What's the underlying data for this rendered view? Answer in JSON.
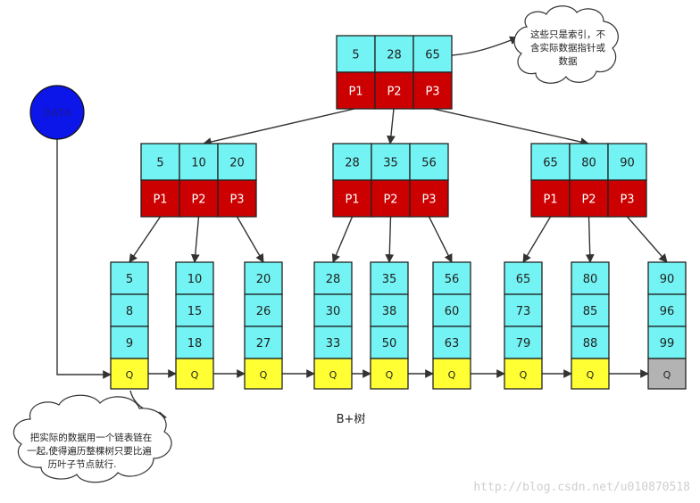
{
  "root": {
    "keys": [
      "5",
      "28",
      "65"
    ],
    "pointers": [
      "P1",
      "P2",
      "P3"
    ]
  },
  "internal_nodes": [
    {
      "keys": [
        "5",
        "10",
        "20"
      ],
      "pointers": [
        "P1",
        "P2",
        "P3"
      ]
    },
    {
      "keys": [
        "28",
        "35",
        "56"
      ],
      "pointers": [
        "P1",
        "P2",
        "P3"
      ]
    },
    {
      "keys": [
        "65",
        "80",
        "90"
      ],
      "pointers": [
        "P1",
        "P2",
        "P3"
      ]
    }
  ],
  "leaves": [
    {
      "keys": [
        "5",
        "8",
        "9"
      ],
      "link": "Q"
    },
    {
      "keys": [
        "10",
        "15",
        "18"
      ],
      "link": "Q"
    },
    {
      "keys": [
        "20",
        "26",
        "27"
      ],
      "link": "Q"
    },
    {
      "keys": [
        "28",
        "30",
        "33"
      ],
      "link": "Q"
    },
    {
      "keys": [
        "35",
        "38",
        "50"
      ],
      "link": "Q"
    },
    {
      "keys": [
        "56",
        "60",
        "63"
      ],
      "link": "Q"
    },
    {
      "keys": [
        "65",
        "73",
        "79"
      ],
      "link": "Q"
    },
    {
      "keys": [
        "80",
        "85",
        "88"
      ],
      "link": "Q"
    },
    {
      "keys": [
        "90",
        "96",
        "99"
      ],
      "link": "Q"
    }
  ],
  "data_node": {
    "label": "DATA"
  },
  "note_top": {
    "lines": [
      "这些只是索引，不",
      "含实际数据指针或",
      "数据"
    ]
  },
  "note_bottom": {
    "lines": [
      "把实际的数据用一个链表链在",
      "一起,使得遍历整棵树只要比遍",
      "历叶子节点就行."
    ]
  },
  "caption": "B+树",
  "watermark": "http://blog.csdn.net/u010870518",
  "colors": {
    "key_cell": "#73f3f3",
    "pointer_cell": "#cc0000",
    "link_cell": "#ffff33",
    "last_link_cell": "#b3b3b3",
    "data_node": "#0d16e8",
    "edge": "#333333"
  }
}
